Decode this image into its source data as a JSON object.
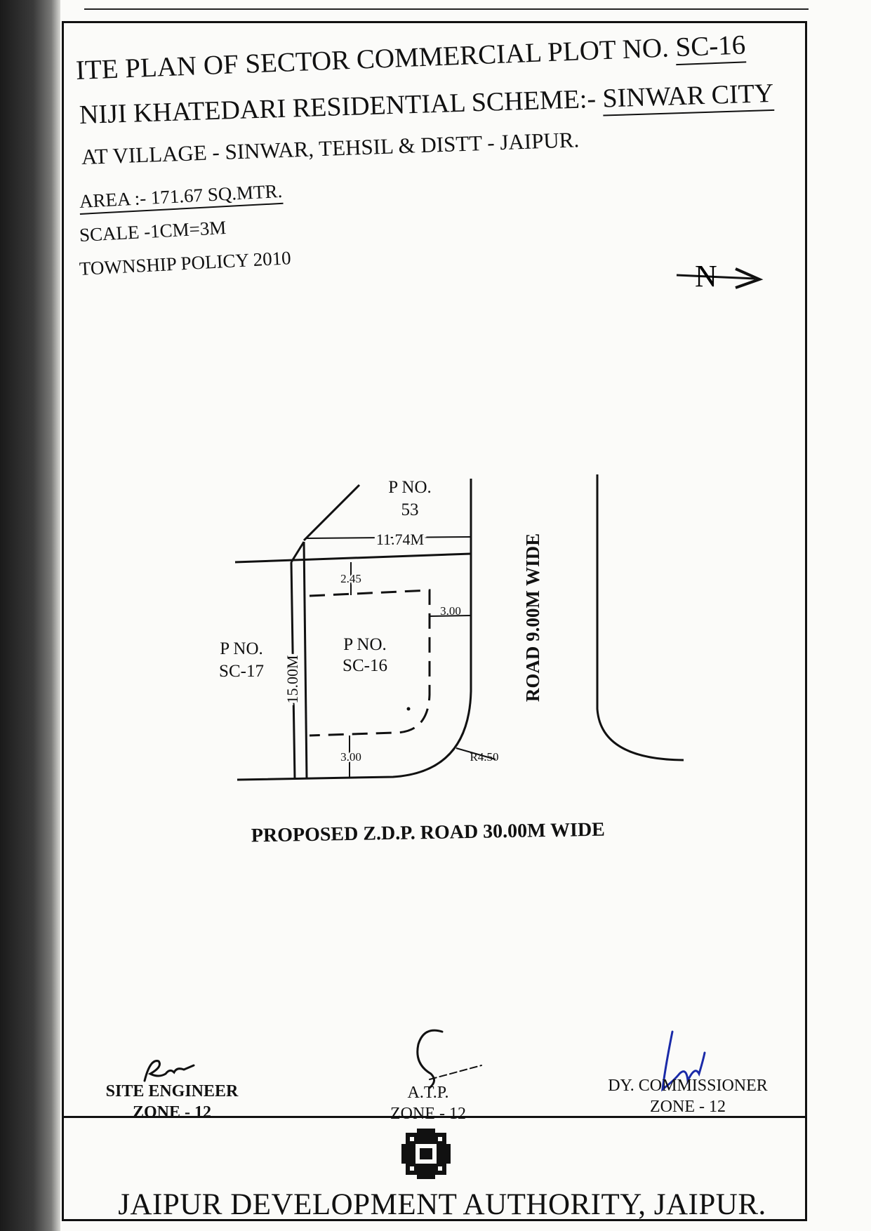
{
  "header": {
    "line1_prefix": "ITE PLAN OF SECTOR COMMERCIAL PLOT NO.",
    "plot_no": "SC-16",
    "line2_prefix": "NIJI KHATEDARI RESIDENTIAL SCHEME:-",
    "scheme_name": "SINWAR CITY",
    "line3": "AT VILLAGE - SINWAR, TEHSIL & DISTT - JAIPUR.",
    "area": "AREA :- 171.67 SQ.MTR.",
    "scale": "SCALE -1CM=3M",
    "policy": "TOWNSHIP POLICY 2010"
  },
  "north_arrow": {
    "label": "N",
    "icon": "north-arrow-icon"
  },
  "plan": {
    "adjacent_top_line1": "P NO.",
    "adjacent_top_line2": "53",
    "adjacent_left_line1": "P NO.",
    "adjacent_left_line2": "SC-17",
    "plot_line1": "P NO.",
    "plot_line2": "SC-16",
    "width_dim": "11.74M",
    "depth_dim": "15.00M",
    "setback_top": "2.45",
    "setback_right": "3.00",
    "setback_bottom": "3.00",
    "corner_radius": "R4.50",
    "side_road": "ROAD 9.00M WIDE",
    "front_road": "PROPOSED Z.D.P. ROAD 30.00M WIDE"
  },
  "signatures": {
    "site_engineer_title": "SITE ENGINEER",
    "site_engineer_zone": "ZONE - 12",
    "atp_title": "A.T.P.",
    "atp_zone": "ZONE - 12",
    "dy_commissioner_title": "DY. COMMISSIONER",
    "dy_commissioner_zone": "ZONE - 12"
  },
  "footer": {
    "authority": "JAIPUR DEVELOPMENT AUTHORITY, JAIPUR."
  }
}
